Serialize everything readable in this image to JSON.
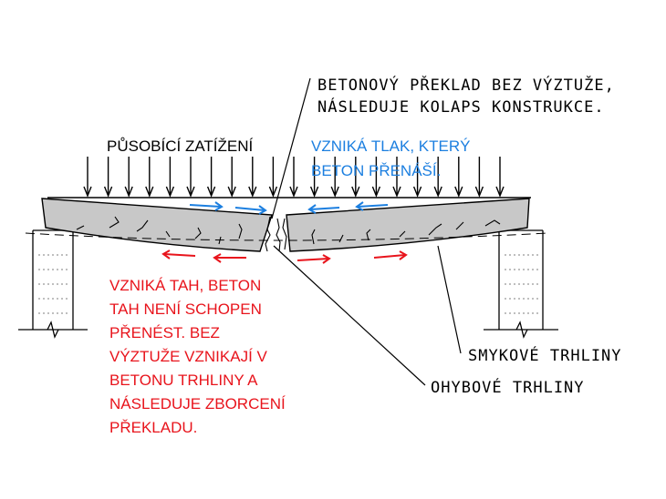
{
  "labels": {
    "top_note_line1": "BETONOVÝ PŘEKLAD BEZ VÝZTUŽE,",
    "top_note_line2": "NÁSLEDUJE KOLAPS KONSTRUKCE.",
    "load": "PŮSOBÍCÍ ZATÍŽENÍ",
    "compression_line1": "VZNIKÁ TLAK, KTERÝ",
    "compression_line2": "BETON PŘENÁŠÍ.",
    "tension_lines": [
      "VZNIKÁ TAH, BETON",
      "TAH NENÍ SCHOPEN",
      "PŘENÉST. BEZ",
      "VÝZTUŽE VZNIKAJÍ V",
      "BETONU TRHLINY A",
      "NÁSLEDUJE ZBORCENÍ",
      "PŘEKLADU."
    ],
    "shear_cracks": "SMYKOVÉ TRHLINY",
    "bending_cracks": "OHYBOVÉ TRHLINY"
  },
  "colors": {
    "compression": "#1c7fe0",
    "tension": "#e8141c",
    "ink": "#000000",
    "beam_fill": "#c8c8c8"
  }
}
